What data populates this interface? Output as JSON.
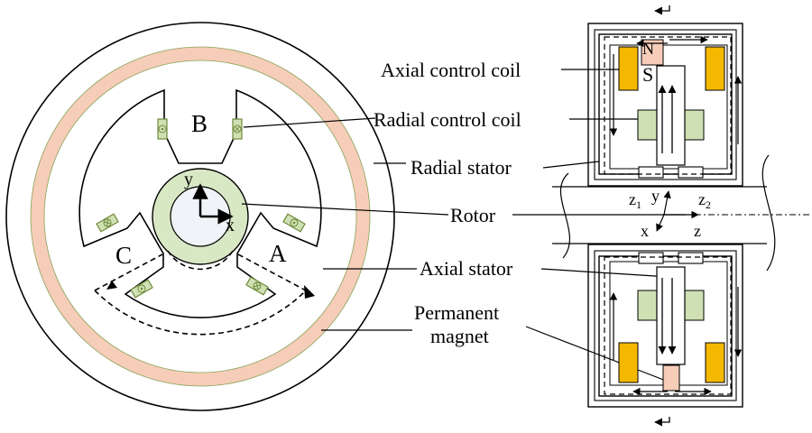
{
  "radial_view": {
    "pole_labels": {
      "b": "B",
      "a": "A",
      "c": "C"
    },
    "axis_labels": {
      "y": "y",
      "x": "x"
    }
  },
  "callouts": {
    "axial_control_coil": "Axial control coil",
    "radial_control_coil": "Radial control coil",
    "radial_stator": "Radial stator",
    "rotor": "Rotor",
    "axial_stator": "Axial stator",
    "permanent_magnet_line1": "Permanent",
    "permanent_magnet_line2": "magnet"
  },
  "axial_view": {
    "magnet_n": "N",
    "magnet_s": "S",
    "z1": "z",
    "z1_sub": "1",
    "z2": "z",
    "z2_sub": "2",
    "y": "y",
    "x": "x",
    "z": "z"
  },
  "colors": {
    "magnet": "#f6cdb8",
    "rotor": "#d9e8c4",
    "coil_radial": "#cfe1b4",
    "coil_axial": "#f5b800",
    "coil_outline": "#6f8a3a",
    "line": "#000000"
  }
}
